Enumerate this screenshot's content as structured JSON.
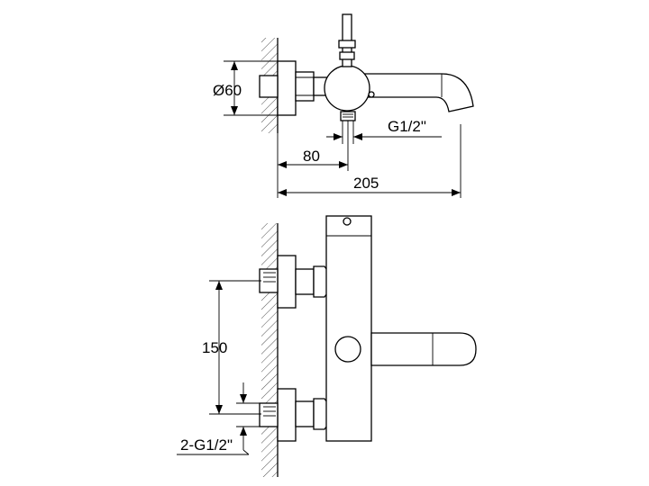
{
  "top_view": {
    "diameter_label": "Ø60",
    "thread_label": "G1/2\"",
    "dim_80": "80",
    "dim_205": "205"
  },
  "front_view": {
    "dim_150": "150",
    "inlet_label": "2-G1/2\""
  },
  "colors": {
    "line": "#000000",
    "background": "#ffffff"
  }
}
